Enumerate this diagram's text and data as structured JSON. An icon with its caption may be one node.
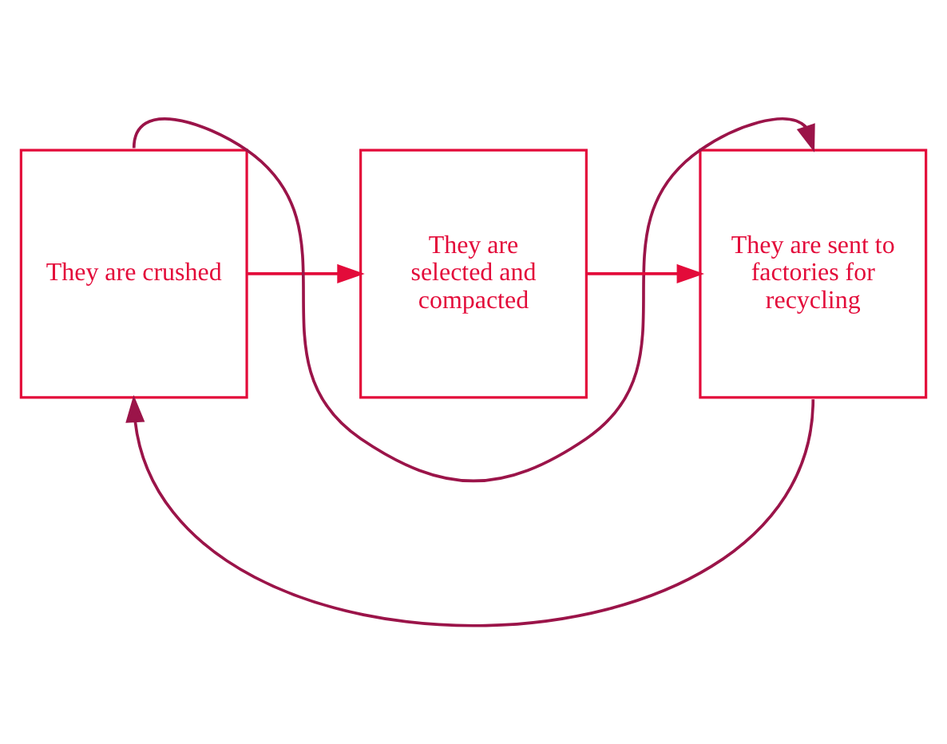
{
  "diagram": {
    "nodes": [
      {
        "text": [
          "They are crushed"
        ]
      },
      {
        "text": [
          "They are selected and compacted"
        ]
      },
      {
        "text": [
          "They are sent to factories for recycling"
        ]
      }
    ],
    "edges": [
      {
        "from": 0,
        "to": 1,
        "arrow": "to",
        "color": "#e30b3a"
      },
      {
        "from": 1,
        "to": 2,
        "arrow": "to",
        "color": "#e30b3a"
      },
      {
        "from": 0,
        "to": 2,
        "arrow": "to",
        "color": "#9b1449"
      },
      {
        "from": 2,
        "to": 0,
        "arrow": "to",
        "color": "#9b1449"
      }
    ]
  }
}
